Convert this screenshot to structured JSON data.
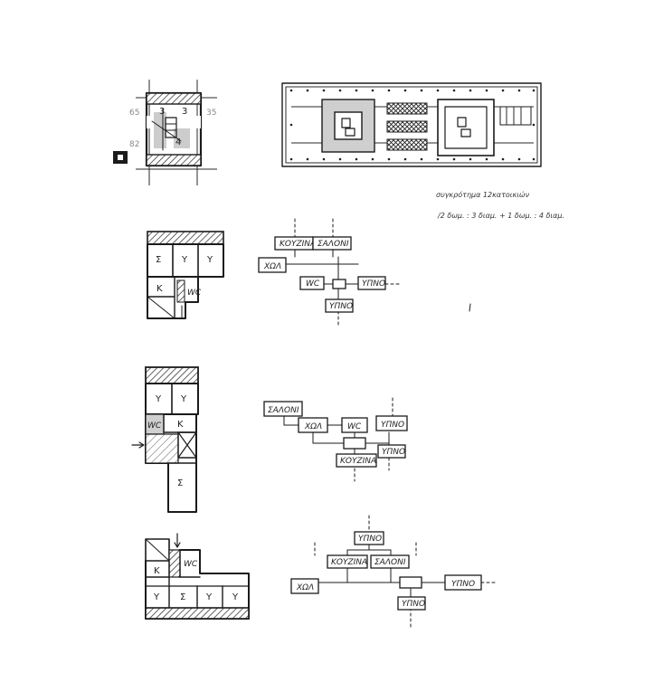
{
  "dims": {
    "left": "65",
    "right": "35",
    "bottom": "82"
  },
  "plan1_labels": {
    "y_left": "3",
    "y_right": "3",
    "num": "4"
  },
  "site_note": {
    "line1": "συγκρότημα 12κατοικιών",
    "line2": "/2 δωμ. : 3 διαμ. + 1 δωμ. : 4 διαμ."
  },
  "plan2": {
    "rooms": [
      "Σ",
      "Υ",
      "Υ"
    ],
    "k": "K",
    "wc": "WC"
  },
  "plan3": {
    "rooms": [
      "Υ",
      "Υ"
    ],
    "wc": "WC",
    "k": "K",
    "sigma": "Σ"
  },
  "plan4": {
    "k": "K",
    "wc": "WC",
    "rooms": [
      "Υ",
      "Σ",
      "Υ",
      "Υ"
    ]
  },
  "diagram1": {
    "kouzina": "ΚΟΥΖΙΝΑ",
    "saloni": "ΣΑΛΟΝΙ",
    "hol": "ΧΩΛ",
    "wc": "WC",
    "ypno1": "ΥΠΝΟ",
    "ypno2": "ΥΠΝΟ"
  },
  "diagram2": {
    "saloni": "ΣΑΛΟΝΙ",
    "hol": "ΧΩΛ",
    "wc": "WC",
    "ypno1": "ΥΠΝΟ",
    "ypno2": "ΥΠΝΟ",
    "kouzina": "ΚΟΥΖΙΝΑ"
  },
  "diagram3": {
    "ypno_top": "ΥΠΝΟ",
    "kouzina": "ΚΟΥΖΙΝΑ",
    "saloni": "ΣΑΛΟΝΙ",
    "hol": "ΧΩΛ",
    "ypno_right": "ΥΠΝΟ",
    "ypno_bottom": "ΥΠΝΟ"
  }
}
